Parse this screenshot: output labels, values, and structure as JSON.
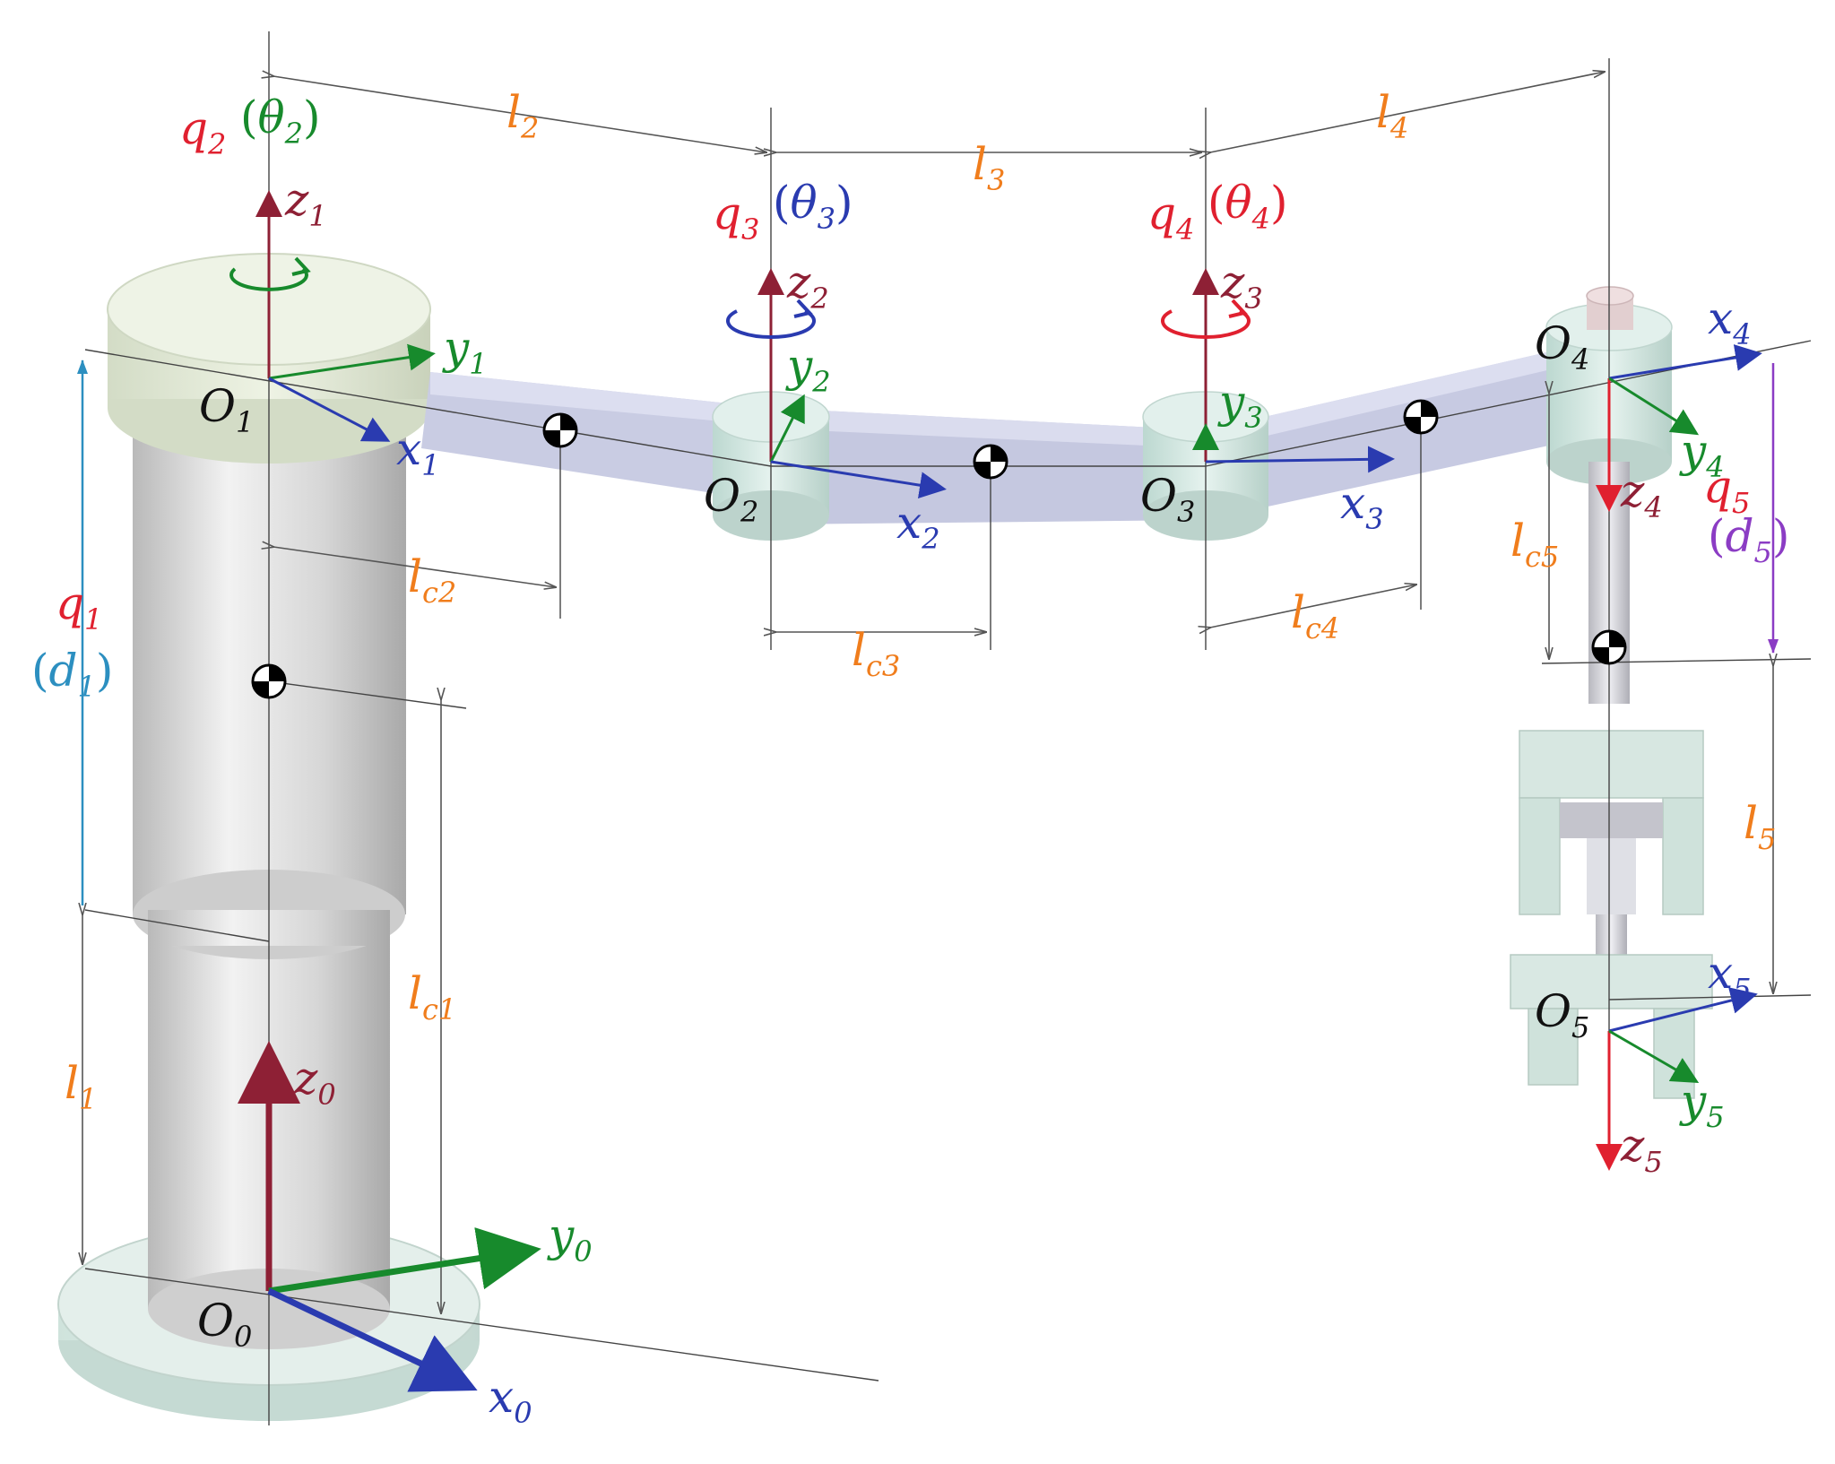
{
  "labels": {
    "q2": "q",
    "q2_sub": "2",
    "th2": "θ",
    "th2_sub": "2",
    "q3": "q",
    "q3_sub": "3",
    "th3": "θ",
    "th3_sub": "3",
    "q4": "q",
    "q4_sub": "4",
    "th4": "θ",
    "th4_sub": "4",
    "q1": "q",
    "q1_sub": "1",
    "d1": "d",
    "d1_sub": "1",
    "q5": "q",
    "q5_sub": "5",
    "d5": "d",
    "d5_sub": "5",
    "l1": "l",
    "l1_sub": "1",
    "l2": "l",
    "l2_sub": "2",
    "l3": "l",
    "l3_sub": "3",
    "l4": "l",
    "l4_sub": "4",
    "l5": "l",
    "l5_sub": "5",
    "lc1": "l",
    "lc1_sub": "c1",
    "lc2": "l",
    "lc2_sub": "c2",
    "lc3": "l",
    "lc3_sub": "c3",
    "lc4": "l",
    "lc4_sub": "c4",
    "lc5": "l",
    "lc5_sub": "c5",
    "O0": "O",
    "O0_sub": "0",
    "O1": "O",
    "O1_sub": "1",
    "O2": "O",
    "O2_sub": "2",
    "O3": "O",
    "O3_sub": "3",
    "O4": "O",
    "O4_sub": "4",
    "O5": "O",
    "O5_sub": "5",
    "x0": "x",
    "x0_sub": "0",
    "y0": "y",
    "y0_sub": "0",
    "z0": "z",
    "z0_sub": "0",
    "x1": "x",
    "x1_sub": "1",
    "y1": "y",
    "y1_sub": "1",
    "z1": "z",
    "z1_sub": "1",
    "x2": "x",
    "x2_sub": "2",
    "y2": "y",
    "y2_sub": "2",
    "z2": "z",
    "z2_sub": "2",
    "x3": "x",
    "x3_sub": "3",
    "y3": "y",
    "y3_sub": "3",
    "z3": "z",
    "z3_sub": "3",
    "x4": "x",
    "x4_sub": "4",
    "y4": "y",
    "y4_sub": "4",
    "z4": "z",
    "z4_sub": "4",
    "x5": "x",
    "x5_sub": "5",
    "y5": "y",
    "y5_sub": "5",
    "z5": "z",
    "z5_sub": "5",
    "paren_open": "(",
    "paren_close": ")"
  },
  "colors": {
    "joint_variable": "#e0202f",
    "theta2": "#178a2c",
    "theta3": "#2a3bb0",
    "theta4": "#e0202f",
    "d1": "#2c8fc0",
    "d5": "#8b3cc4",
    "length": "#f07d1c",
    "x_axis": "#2a3bb0",
    "y_axis": "#178a2c",
    "z_axis": "#8e2035",
    "body": "#dcdcdc",
    "links": "#c8cbe4",
    "joints": "#d8ece6"
  }
}
